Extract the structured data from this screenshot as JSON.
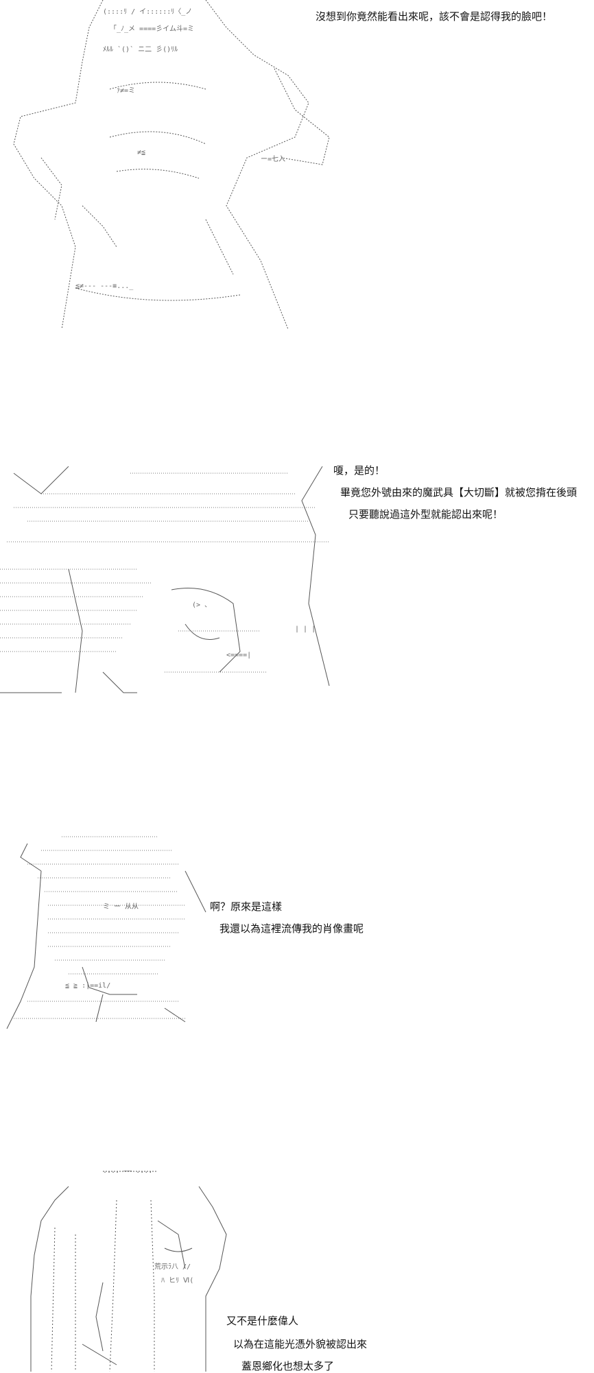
{
  "panels": [
    {
      "id": "panel-1",
      "dialog": [
        "沒想到你竟然能看出來呢，該不會是認得我的臉吧！"
      ]
    },
    {
      "id": "panel-2",
      "dialog": [
        "嗄，是的！",
        "畢竟您外號由來的魔武具【大切斷】就被您揹在後頭",
        "只要聽說過這外型就能認出來呢！"
      ]
    },
    {
      "id": "panel-3",
      "dialog": [
        "啊？原來是這樣",
        "我還以為這裡流傳我的肖像畫呢"
      ]
    },
    {
      "id": "panel-4",
      "dialog": [
        "又不是什麼偉人",
        "以為在這能光憑外貌被認出來",
        "蓋恩鄉化也想太多了"
      ]
    }
  ]
}
